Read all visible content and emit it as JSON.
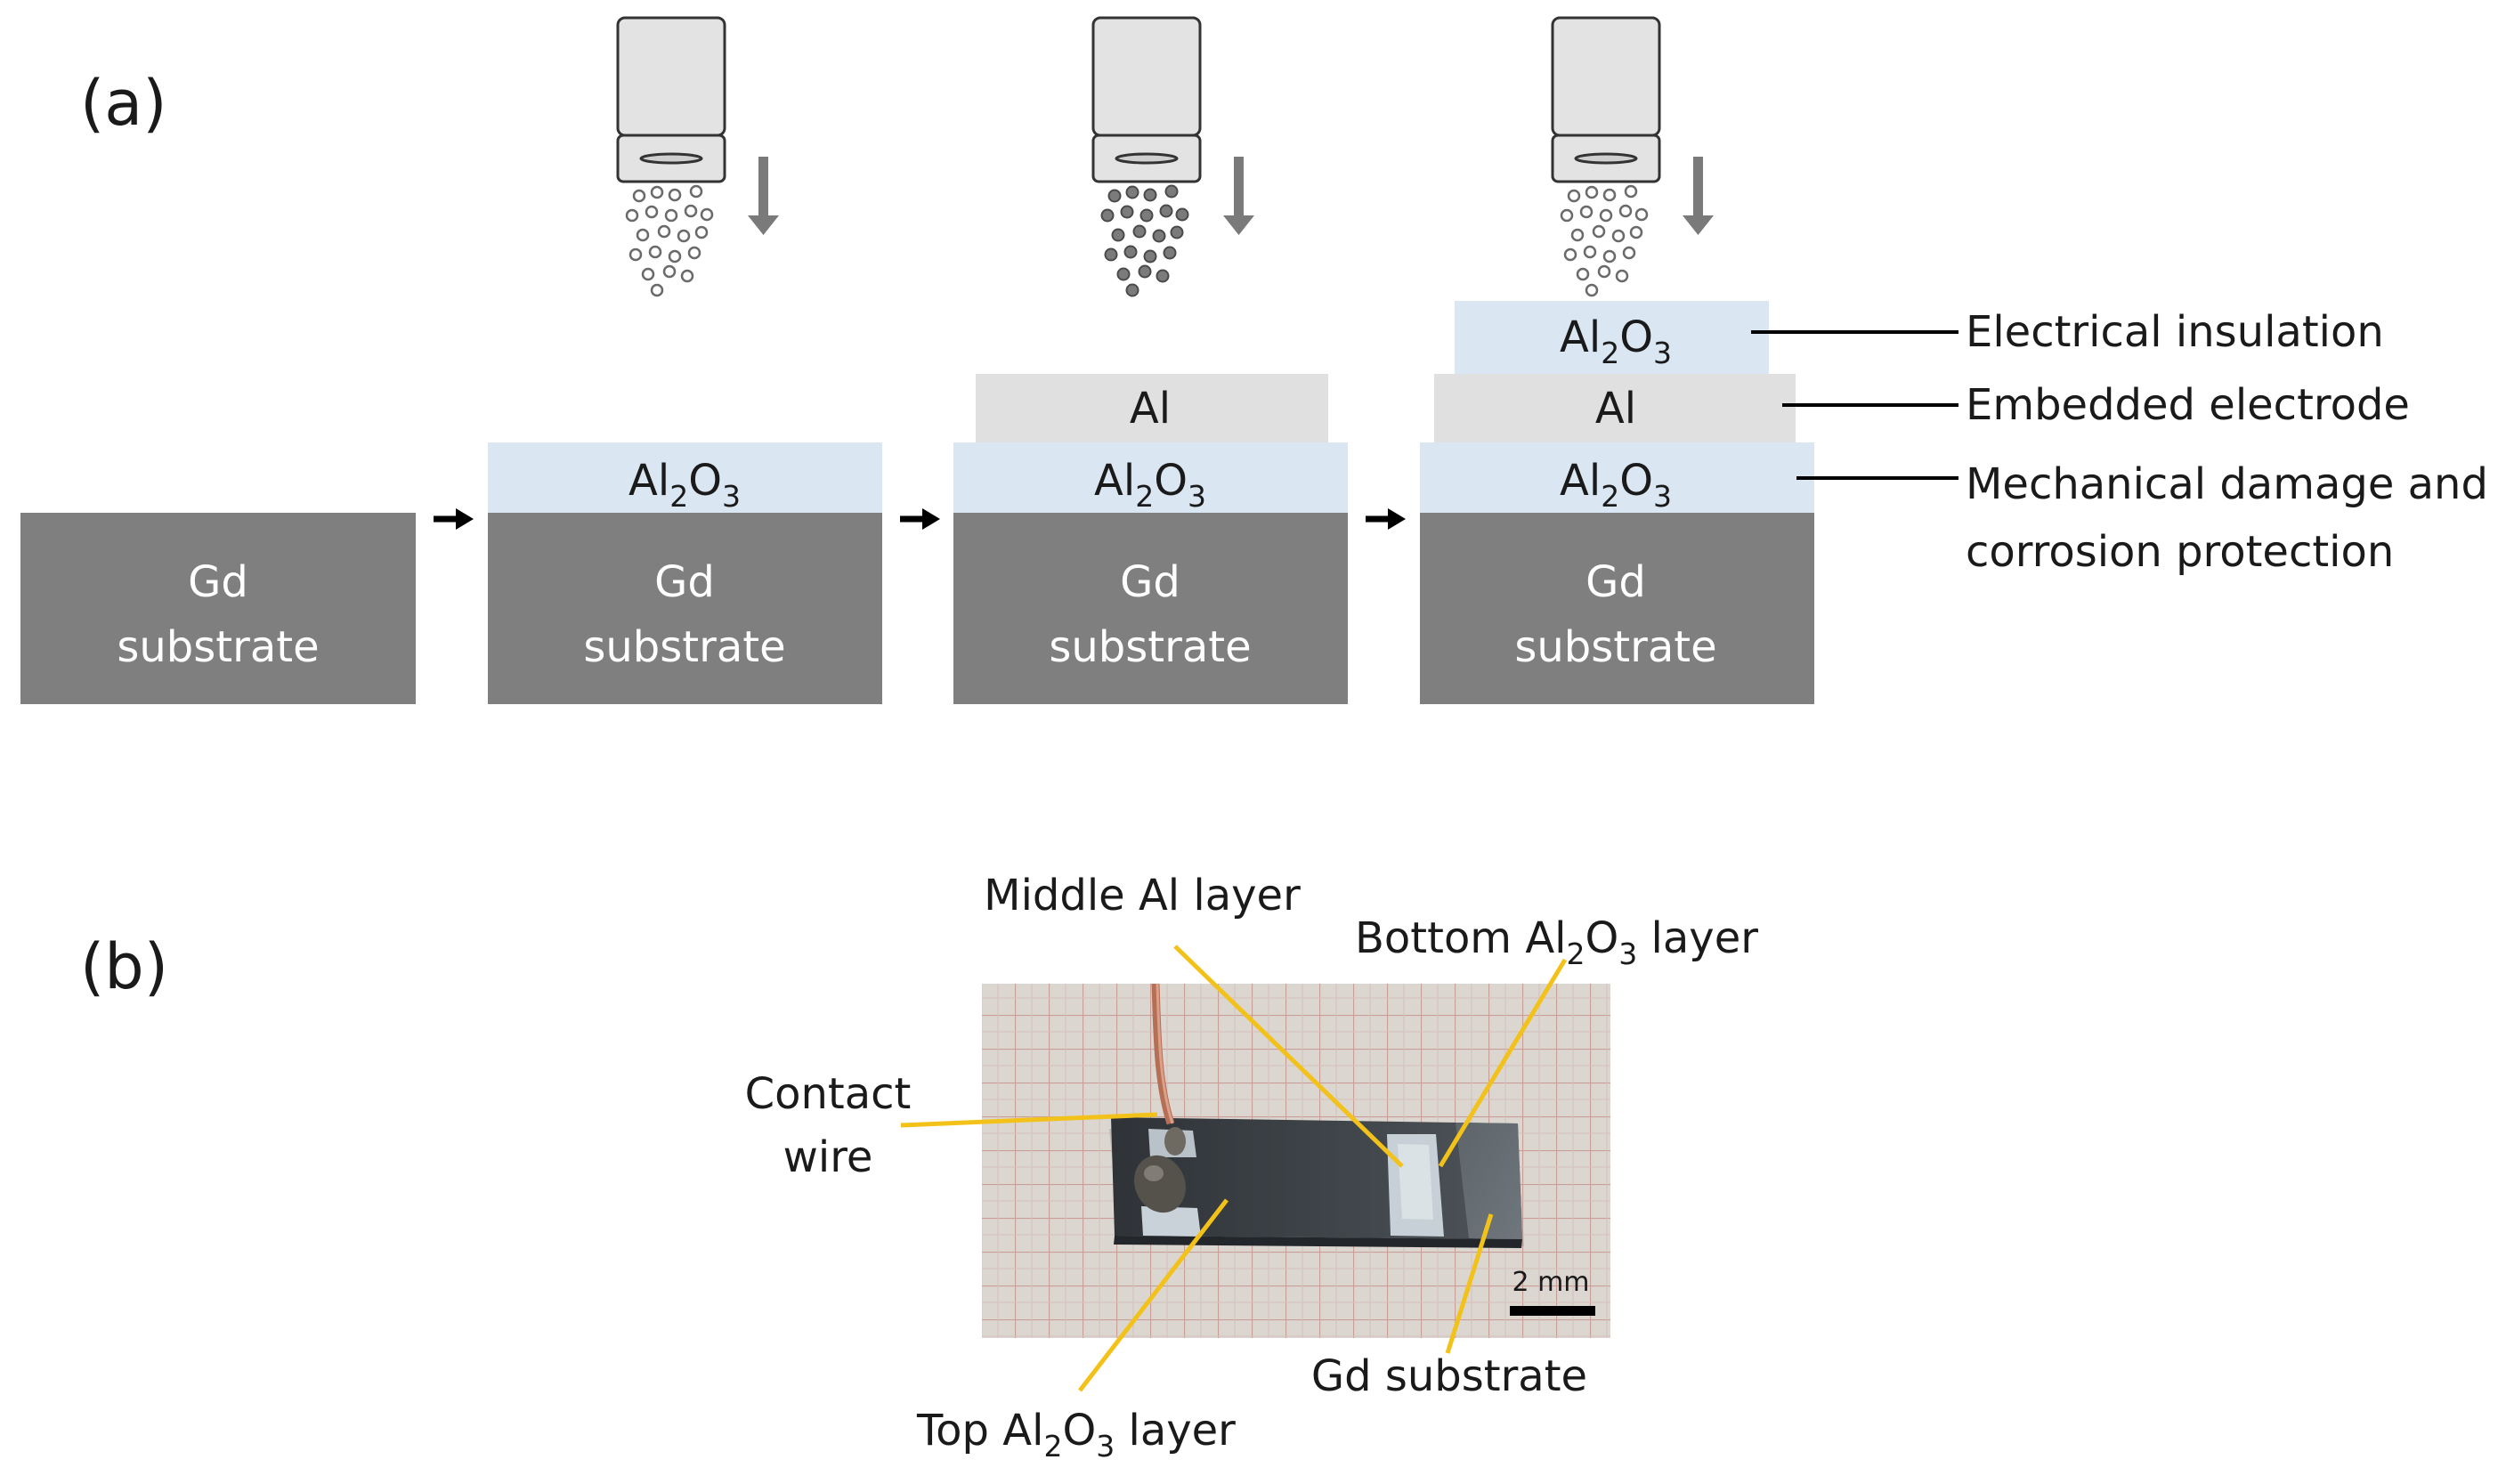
{
  "panel_a": {
    "label": "(a)",
    "layers": {
      "gd_line1": "Gd",
      "gd_line2": "substrate",
      "al2o3_base": "Al",
      "al2o3_sub2": "2",
      "al2o3_mid": "O",
      "al2o3_sub3": "3",
      "al": "Al"
    },
    "annotations": {
      "insulation": "Electrical insulation",
      "electrode": "Embedded electrode",
      "protection_line1": "Mechanical damage and",
      "protection_line2": "corrosion protection"
    }
  },
  "panel_b": {
    "label": "(b)",
    "labels": {
      "middle_al": "Middle Al layer",
      "bottom_prefix": "Bottom Al",
      "bottom_sub2": "2",
      "bottom_mid": "O",
      "bottom_sub3": "3",
      "bottom_suffix": " layer",
      "contact_line1": "Contact",
      "contact_line2": "wire",
      "top_prefix": "Top Al",
      "top_sub2": "2",
      "top_mid": "O",
      "top_sub3": "3",
      "top_suffix": " layer",
      "gd_substrate": "Gd substrate"
    },
    "scale_bar": "2 mm"
  },
  "colors": {
    "substrate": "#7f7f7f",
    "alumina": "#dae7f3",
    "aluminum": "#e0e0e0",
    "nozzle": "#e3e3e3",
    "arrow": "#7a7a7a",
    "leader_yellow": "#f2c21b",
    "grid_paper": "#d9d3cf",
    "grid_line": "#c5938a",
    "sample_dark": "#3e4247"
  }
}
